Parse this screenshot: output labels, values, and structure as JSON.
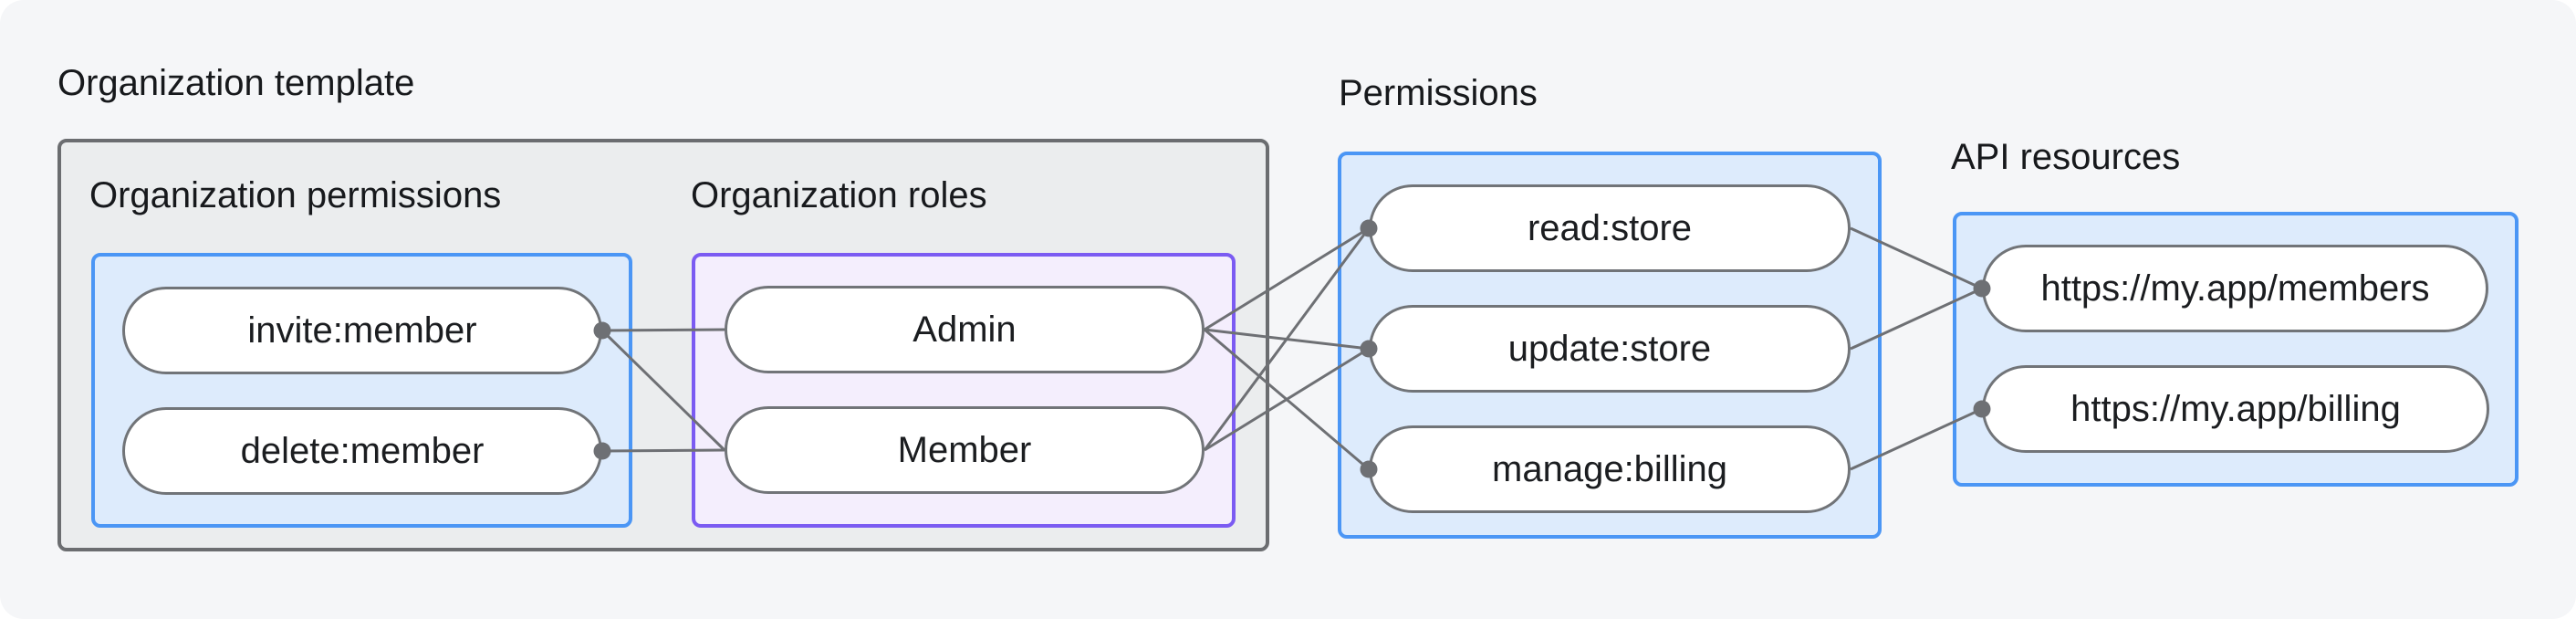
{
  "page": {
    "card_background": "#f5f6f8",
    "outer_background": "#ffffff"
  },
  "labels": {
    "organization_template": "Organization template",
    "organization_permissions": "Organization permissions",
    "organization_roles": "Organization roles",
    "permissions": "Permissions",
    "api_resources": "API resources"
  },
  "groups": {
    "organization_permissions": {
      "label": "Organization permissions",
      "nodes": [
        {
          "id": "invite:member",
          "label": "invite:member"
        },
        {
          "id": "delete:member",
          "label": "delete:member"
        }
      ]
    },
    "organization_roles": {
      "label": "Organization roles",
      "nodes": [
        {
          "id": "admin",
          "label": "Admin"
        },
        {
          "id": "member",
          "label": "Member"
        }
      ]
    },
    "permissions": {
      "label": "Permissions",
      "nodes": [
        {
          "id": "read:store",
          "label": "read:store"
        },
        {
          "id": "update:store",
          "label": "update:store"
        },
        {
          "id": "manage:billing",
          "label": "manage:billing"
        }
      ]
    },
    "api_resources": {
      "label": "API resources",
      "nodes": [
        {
          "id": "members_url",
          "label": "https://my.app/members"
        },
        {
          "id": "billing_url",
          "label": "https://my.app/billing"
        }
      ]
    }
  },
  "edges": [
    {
      "from": "invite:member",
      "to": "admin"
    },
    {
      "from": "invite:member",
      "to": "member"
    },
    {
      "from": "delete:member",
      "to": "member"
    },
    {
      "from": "admin",
      "to": "read:store"
    },
    {
      "from": "admin",
      "to": "update:store"
    },
    {
      "from": "admin",
      "to": "manage:billing"
    },
    {
      "from": "member",
      "to": "read:store"
    },
    {
      "from": "member",
      "to": "update:store"
    },
    {
      "from": "read:store",
      "to": "members_url"
    },
    {
      "from": "update:store",
      "to": "members_url"
    },
    {
      "from": "manage:billing",
      "to": "billing_url"
    }
  ],
  "colors": {
    "line": "#6e7074",
    "dot": "#6e7074",
    "blue_border": "#4b96f5",
    "blue_fill": "#ddebfc",
    "purple_border": "#7b5bf2",
    "purple_fill": "#f4eefd",
    "gray_border": "#6b6d70",
    "gray_fill": "#ebedee",
    "pill_border": "#717478",
    "text": "#17191c"
  }
}
